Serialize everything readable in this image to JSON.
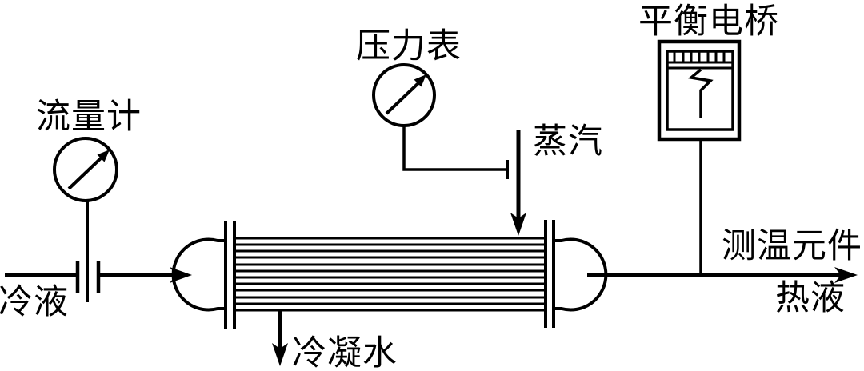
{
  "diagram": {
    "kind": "heat-exchanger-experiment-schematic",
    "background_color": "#ffffff",
    "line_color": "#000000",
    "labels": {
      "flow_meter": "流量计",
      "pressure_gauge": "压力表",
      "balance_bridge": "平衡电桥",
      "steam": "蒸汽",
      "cold_liquid": "冷液",
      "condensate": "冷凝水",
      "temperature_element": "测温元件",
      "hot_liquid": "热液"
    },
    "icons": {
      "flow_meter_gauge": "circular-gauge-with-needle",
      "pressure_gauge_dial": "circular-gauge-with-needle",
      "balance_bridge_recorder": "boxed-recorder-with-scale-and-pen-trace",
      "orifice_plate": "double-bar-flow-restriction",
      "heat_exchanger": "shell-and-tube-bundle"
    }
  }
}
